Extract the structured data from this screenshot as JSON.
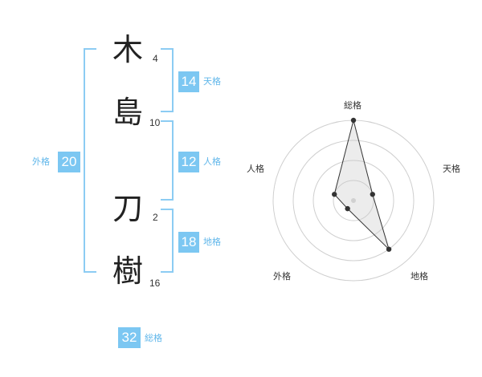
{
  "name_chars": [
    {
      "char": "木",
      "strokes": "4"
    },
    {
      "char": "島",
      "strokes": "10"
    },
    {
      "char": "刀",
      "strokes": "2"
    },
    {
      "char": "樹",
      "strokes": "16"
    }
  ],
  "kakusu": {
    "tenkaku": {
      "value": "14",
      "label": "天格"
    },
    "jinkaku": {
      "value": "12",
      "label": "人格"
    },
    "chikaku": {
      "value": "18",
      "label": "地格"
    },
    "gaikaku": {
      "value": "20",
      "label": "外格"
    },
    "soukaku": {
      "value": "32",
      "label": "総格"
    }
  },
  "colors": {
    "accent": "#7cc7f2",
    "bracket": "#8cccf3",
    "label": "#5fb6ea"
  },
  "chart_data": {
    "type": "radar",
    "axes": [
      "総格",
      "天格",
      "地格",
      "外格",
      "人格"
    ],
    "values": [
      4,
      1,
      3,
      0.5,
      1
    ],
    "max": 4,
    "rings": 4,
    "grid": true
  }
}
